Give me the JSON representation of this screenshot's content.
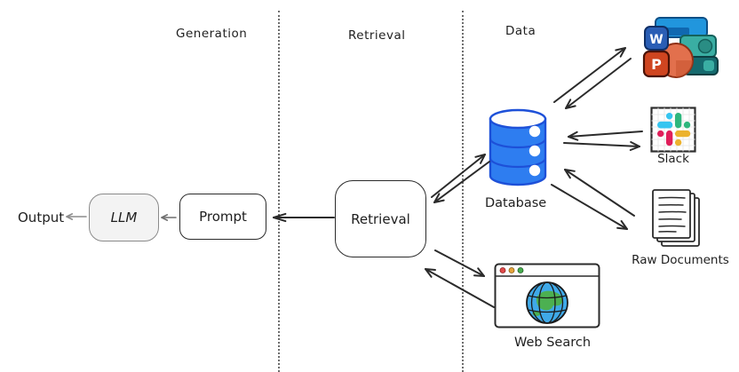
{
  "diagram": {
    "sections": [
      {
        "id": "generation",
        "label": "Generation"
      },
      {
        "id": "retrieval",
        "label": "Retrieval"
      },
      {
        "id": "data",
        "label": "Data"
      }
    ],
    "nodes": {
      "output": {
        "label": "Output",
        "type": "text"
      },
      "llm": {
        "label": "LLM",
        "type": "box"
      },
      "prompt": {
        "label": "Prompt",
        "type": "box"
      },
      "retrieval": {
        "label": "Retrieval",
        "type": "box"
      },
      "database": {
        "label": "Database",
        "type": "icon"
      },
      "web_search": {
        "label": "Web Search",
        "type": "icon"
      },
      "slack": {
        "label": "Slack",
        "type": "icon"
      },
      "raw_documents": {
        "label": "Raw Documents",
        "type": "icon"
      },
      "office_docs": {
        "type": "icon",
        "letters": {
          "word": "W",
          "powerpoint": "P"
        }
      }
    },
    "edges": [
      {
        "from": "Retrieval",
        "to": "Prompt",
        "direction": "one-way"
      },
      {
        "from": "Prompt",
        "to": "LLM",
        "direction": "one-way"
      },
      {
        "from": "LLM",
        "to": "Output",
        "direction": "one-way"
      },
      {
        "from": "Retrieval",
        "to": "Database",
        "direction": "two-way"
      },
      {
        "from": "Retrieval",
        "to": "Web Search",
        "direction": "two-way"
      },
      {
        "from": "Database",
        "to": "Office Documents",
        "direction": "two-way"
      },
      {
        "from": "Database",
        "to": "Slack",
        "direction": "two-way"
      },
      {
        "from": "Database",
        "to": "Raw Documents",
        "direction": "two-way"
      }
    ]
  },
  "colors": {
    "ink": "#2b2b2b",
    "muted_arrow": "#8c8c8c",
    "database_fill": "#2e7df0",
    "database_stroke": "#1d50d8",
    "slack_blue": "#36C5F0",
    "slack_green": "#2EB67D",
    "slack_red": "#E01E5A",
    "slack_yellow": "#ECB22E",
    "word_blue": "#2a5eb5",
    "powerpoint_red": "#cf4520",
    "teams_teal": "#3aaea3",
    "teams_dark_teal": "#156a6e",
    "office_top_blue": "#2196dd",
    "office_coral": "#e2704d",
    "globe_blue": "#3fa9e8",
    "globe_land": "#4cb051",
    "dot_red": "#e14b4b",
    "dot_yellow": "#e5a43b",
    "dot_green": "#47ad4e"
  }
}
